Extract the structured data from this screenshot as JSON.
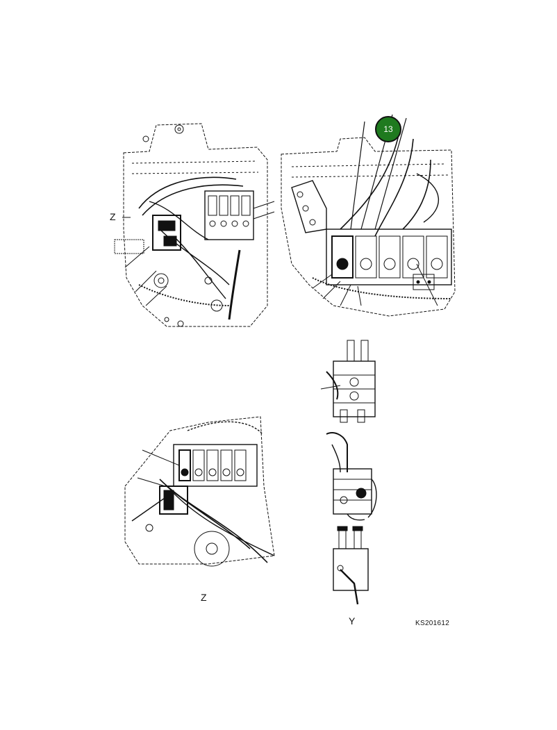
{
  "callout": {
    "number": "13",
    "color": "#1f7a1f",
    "text_color": "#ffffff"
  },
  "labels": {
    "view_z_marker": "Z",
    "view_z_title": "Z",
    "view_y_title": "Y",
    "drawing_code": "KS201612"
  },
  "line_color": "#111111",
  "background": "#ffffff"
}
